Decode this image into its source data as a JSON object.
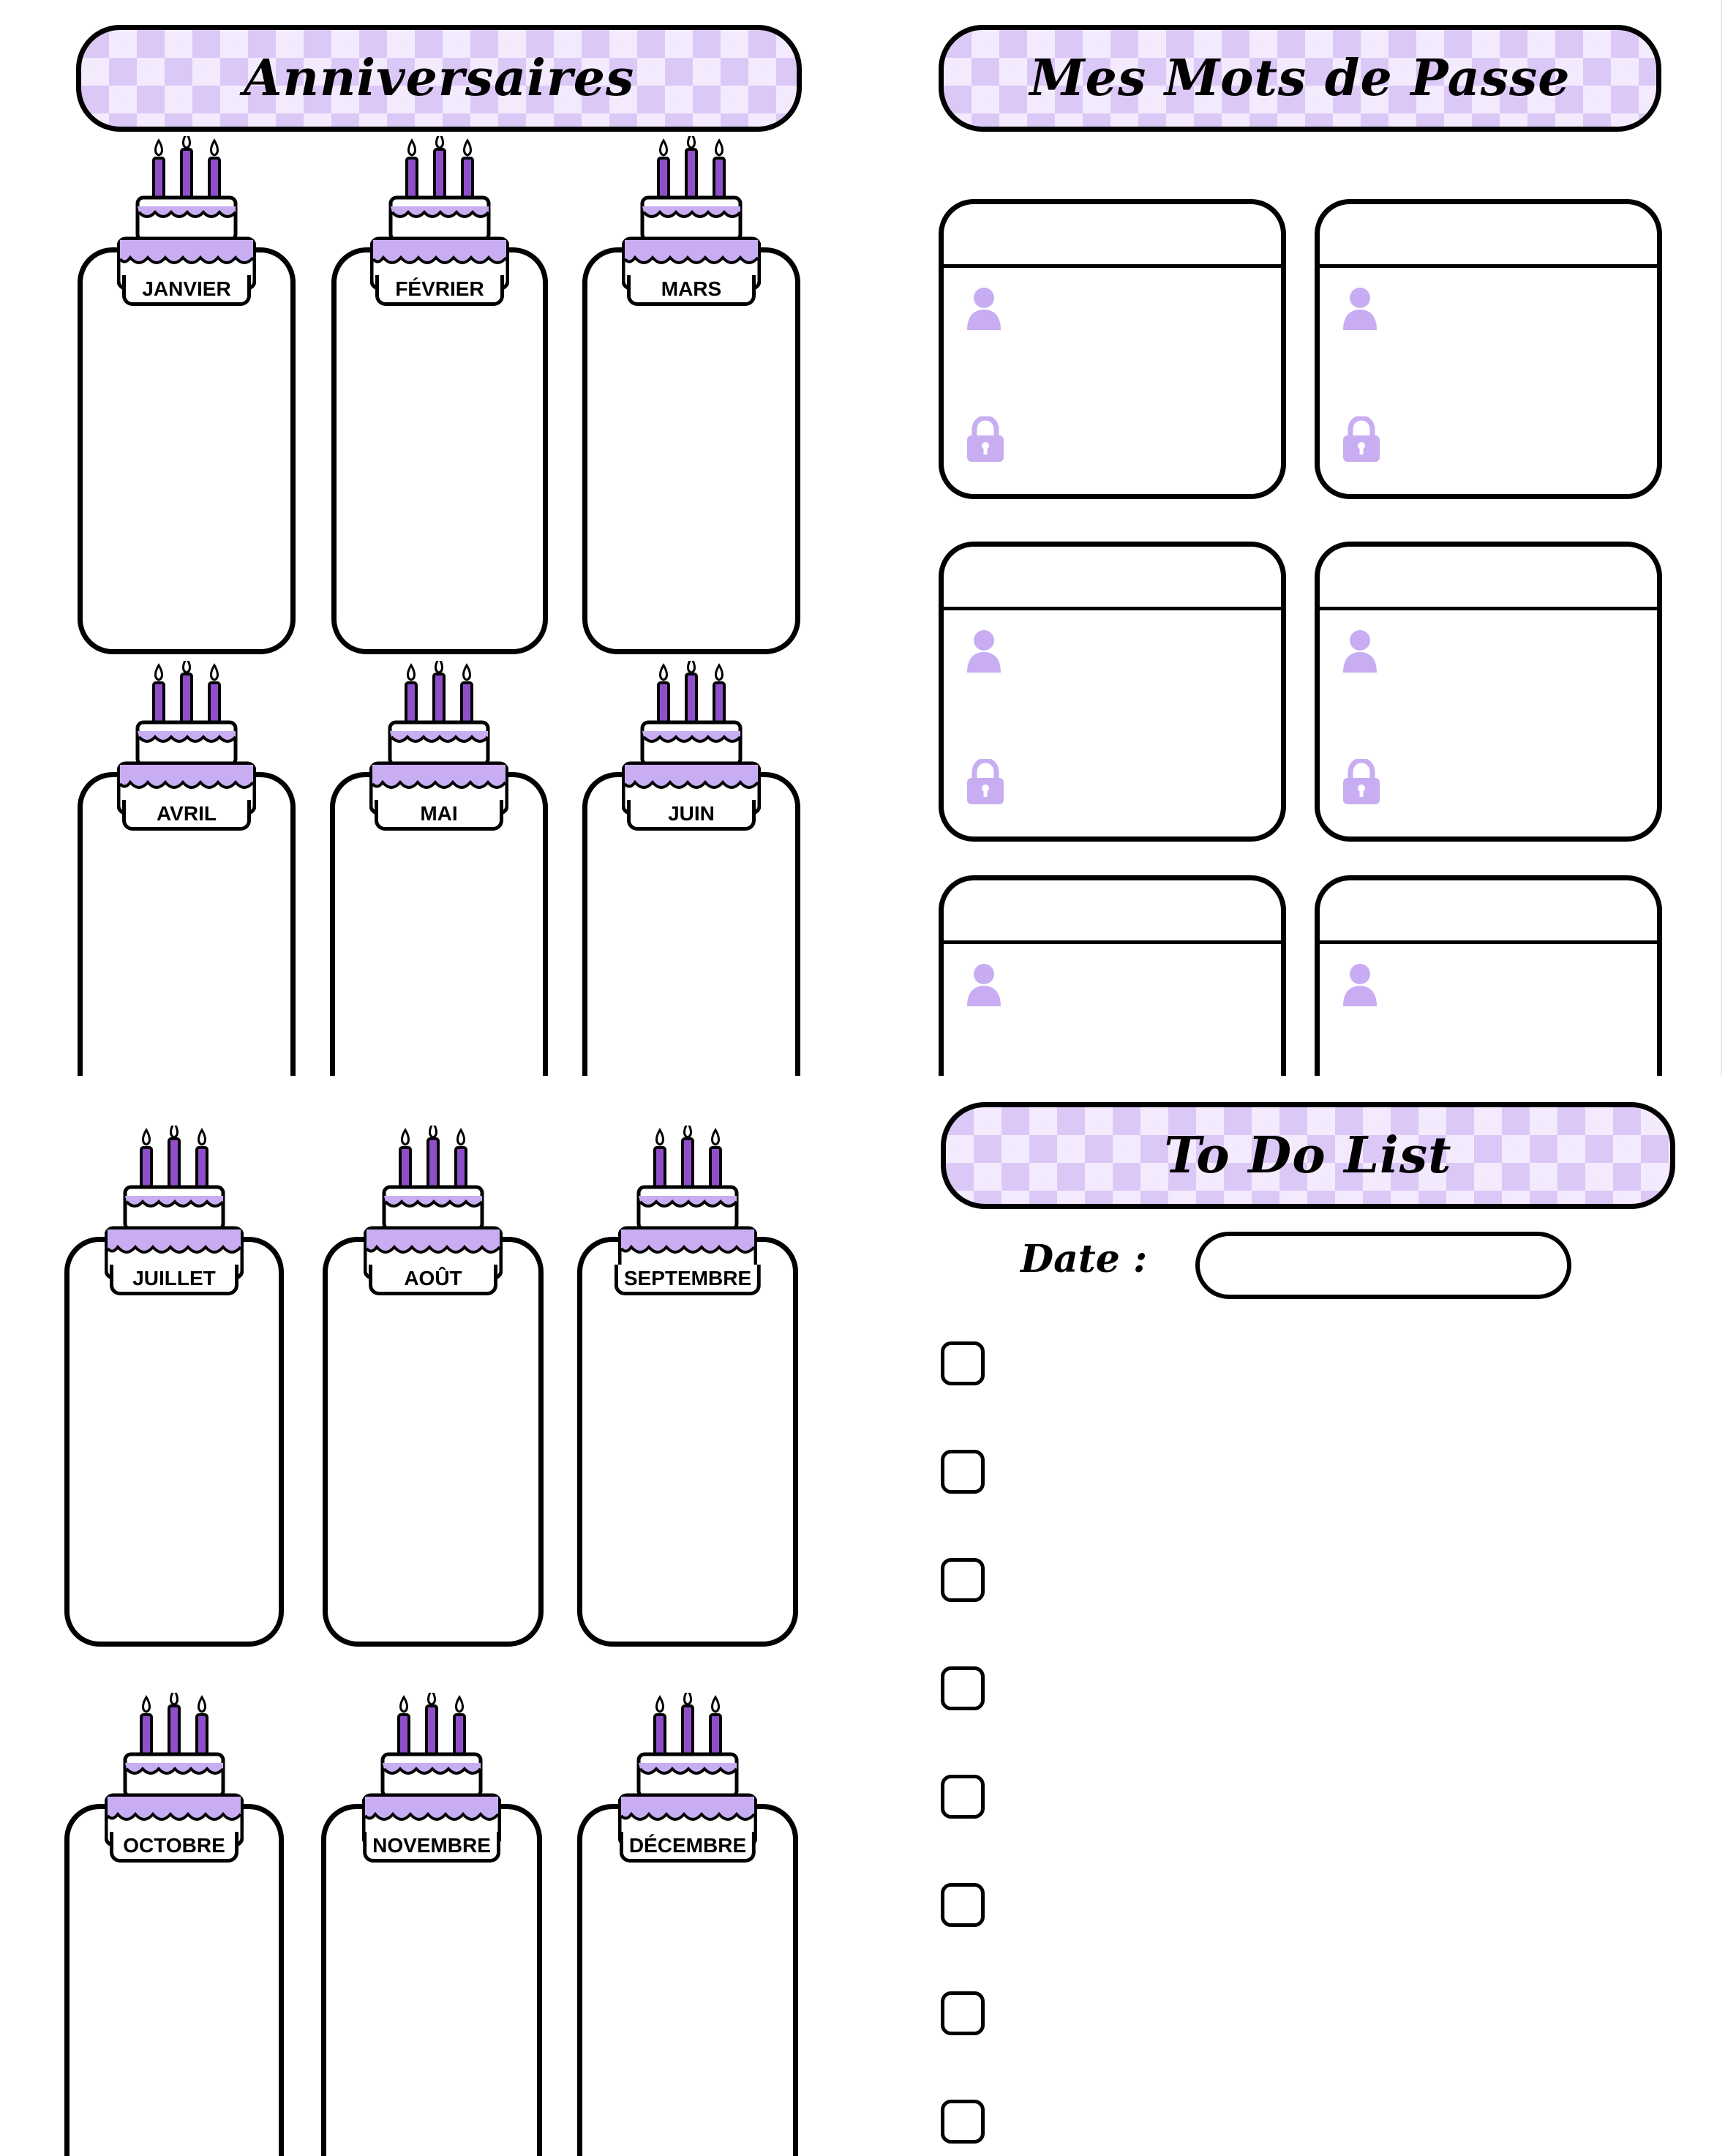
{
  "birthdays": {
    "title": "Anniversaires",
    "months": [
      "JANVIER",
      "FÉVRIER",
      "MARS",
      "AVRIL",
      "MAI",
      "JUIN",
      "JUILLET",
      "AOÛT",
      "SEPTEMBRE",
      "OCTOBRE",
      "NOVEMBRE",
      "DÉCEMBRE"
    ]
  },
  "passwords": {
    "title": "Mes Mots de Passe",
    "card_count": 6,
    "icons": [
      "user-icon",
      "lock-icon"
    ]
  },
  "todo": {
    "title": "To Do List",
    "date_label": "Date :",
    "checkbox_count": 8
  },
  "colors": {
    "accent": "#c8adf2",
    "accent_light": "#f3ebfd",
    "accent_check": "#dcc8f7",
    "candle": "#8e4fc9",
    "outline": "#000000"
  }
}
